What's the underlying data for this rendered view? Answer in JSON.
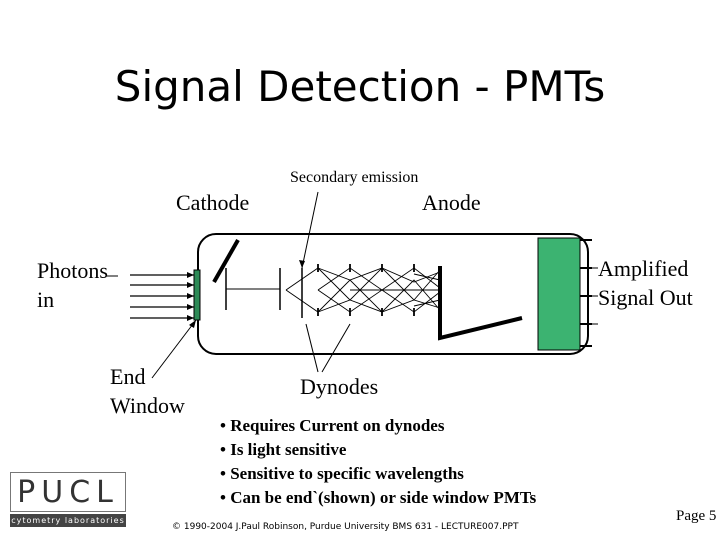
{
  "slide": {
    "title": "Signal Detection - PMTs",
    "page": "Page 5",
    "footer": "© 1990-2004 J.Paul Robinson, Purdue University  BMS 631 - LECTURE007.PPT"
  },
  "diagram": {
    "labels": {
      "cathode": "Cathode",
      "secondary_emission": "Secondary emission",
      "anode": "Anode",
      "photons_in": "Photons in",
      "end_window": "End Window",
      "dynodes": "Dynodes",
      "amplified_signal_out": "Amplified Signal Out"
    },
    "colors": {
      "window": "#2e8b57",
      "output": "#3cb371",
      "outline": "#000000"
    }
  },
  "bullets": [
    "• Requires Current on dynodes",
    "• Is light sensitive",
    "• Sensitive to specific wavelengths",
    "• Can be end`(shown) or side window PMTs"
  ],
  "logo": {
    "text": "PUCL",
    "subtext": "cytometry laboratories"
  }
}
